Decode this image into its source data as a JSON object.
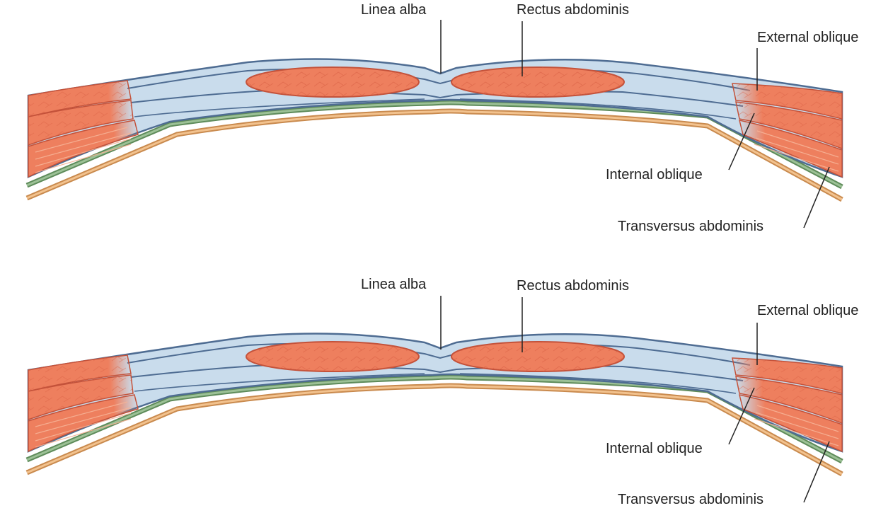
{
  "colors": {
    "muscle": "#EE7F5E",
    "muscle_edge": "#C4523A",
    "muscle_fiber": "#F4A385",
    "sheath": "#C9DCEC",
    "sheath_edge": "#4E6C92",
    "green_layer": "#7FA679",
    "orange_layer": "#E0A46A",
    "leader": "#222222"
  },
  "panels": [
    {
      "labels": {
        "linea_alba": "Linea alba",
        "rectus_abdominis": "Rectus abdominis",
        "external_oblique": "External oblique",
        "internal_oblique": "Internal oblique",
        "transversus_abdominis": "Transversus abdominis"
      }
    },
    {
      "labels": {
        "linea_alba": "Linea alba",
        "rectus_abdominis": "Rectus abdominis",
        "external_oblique": "External oblique",
        "internal_oblique": "Internal oblique",
        "transversus_abdominis": "Transversus abdominis"
      }
    }
  ]
}
